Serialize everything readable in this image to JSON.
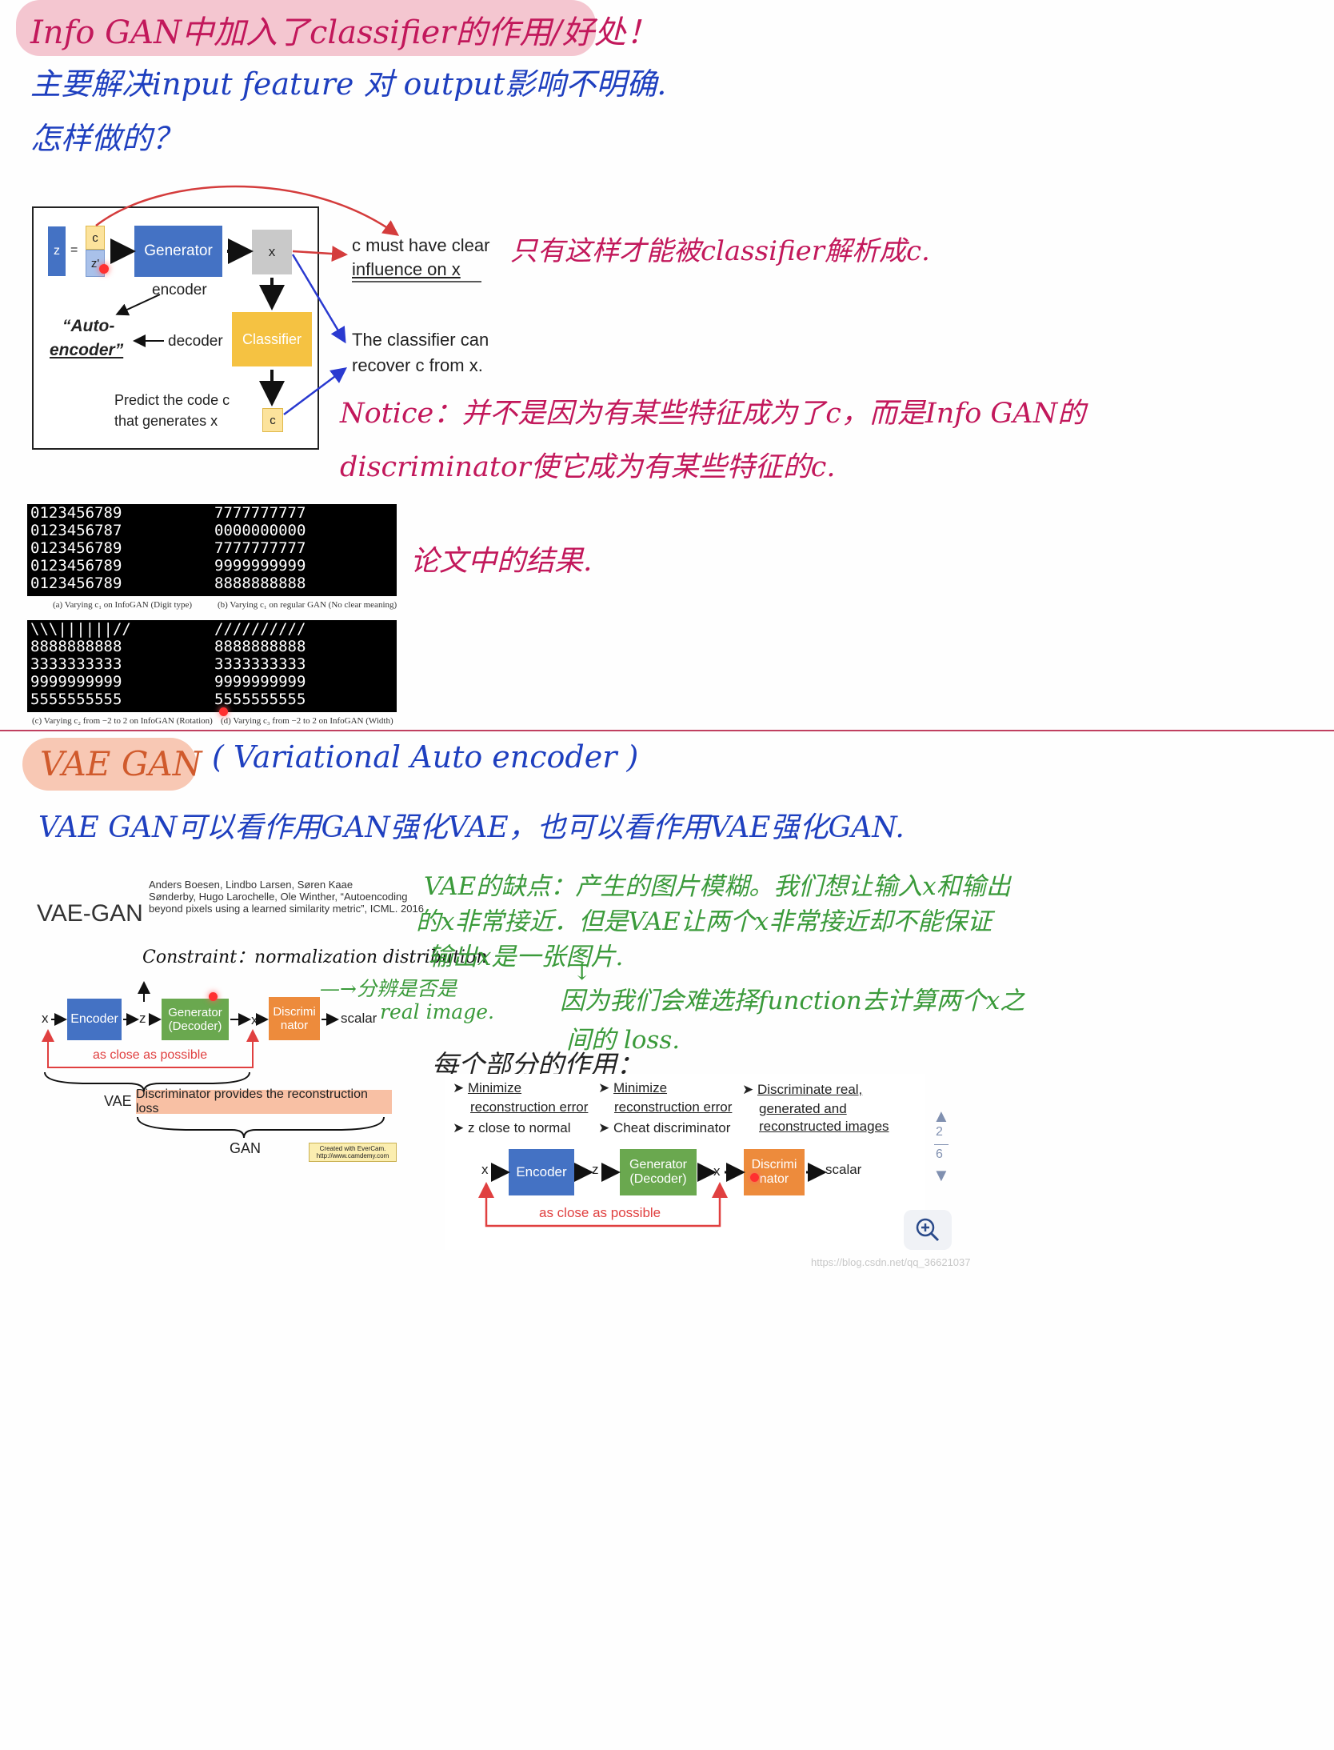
{
  "section1": {
    "title": "Info GAN中加入了classifier的作用/好处！",
    "line1": "主要解决input feature 对 output影响不明确.",
    "line2": "怎样做的？",
    "note_clear": "只有这样才能被classifier解析成c.",
    "notice_line1": "Notice：并不是因为有某些特征成为了c，而是Info GAN的",
    "notice_line2": "discriminator使它成为有某些特征的c.",
    "results_note": "论文中的结果."
  },
  "infogan_diagram": {
    "z": "z",
    "eq": "=",
    "c": "c",
    "z_prime": "z'",
    "generator": "Generator",
    "x": "x",
    "encoder": "encoder",
    "auto_encoder_l1": "“Auto-",
    "auto_encoder_l2": "encoder”",
    "decoder": "decoder",
    "classifier": "Classifier",
    "predict_l1": "Predict the code c",
    "predict_l2": "that generates x",
    "c_out": "c",
    "clear_l1": "c must have clear",
    "clear_l2": "influence on x",
    "recover_l1": "The classifier can",
    "recover_l2": "recover c from x."
  },
  "mnist": {
    "panel_a_rows": [
      "0123456789",
      "0123456787",
      "0123456789",
      "0123456789",
      "0123456789"
    ],
    "panel_b_rows": [
      "7777777777",
      "0000000000",
      "7777777777",
      "9999999999",
      "8888888888"
    ],
    "panel_c_rows": [
      "\\\\\\||||||//",
      "8888888888",
      "3333333333",
      "9999999999",
      "5555555555"
    ],
    "panel_d_rows": [
      "//////////",
      "8888888888",
      "3333333333",
      "9999999999",
      "5555555555"
    ],
    "caption_a": "(a) Varying c₁ on InfoGAN (Digit type)",
    "caption_b": "(b) Varying c₁ on regular GAN (No clear meaning)",
    "caption_c": "(c) Varying c₂ from −2 to 2 on InfoGAN (Rotation)",
    "caption_d": "(d) Varying c₃ from −2 to 2 on InfoGAN (Width)"
  },
  "section2": {
    "title": "VAE GAN",
    "subtitle": "( Variational  Auto encoder )",
    "line1": "VAE GAN可以看作用GAN强化VAE，也可以看作用VAE强化GAN.",
    "vae_weak_l1": "VAE的缺点：产生的图片模糊。我们想让输入x和输出",
    "vae_weak_l2": "的x非常接近．但是VAE让两个x非常接近却不能保证",
    "vae_weak_l3": "输出x是一张图片.",
    "arrow_down": "↓",
    "reason_l1": "因为我们会难选择function去计算两个x之",
    "reason_l2": "间的 loss.",
    "constraint": "Constraint：normalization  distribution",
    "disc_note_l1": "—→分辨是否是",
    "disc_note_l2": "real image.",
    "each_part": "每个部分的作用："
  },
  "vaegan_diagram": {
    "title": "VAE-GAN",
    "ref_l1": "Anders Boesen, Lindbo Larsen, Søren Kaae",
    "ref_l2": "Sønderby, Hugo Larochelle, Ole Winther, “Autoencoding",
    "ref_l3": "beyond pixels using a learned similarity metric”, ICML. 2016",
    "x_in": "x",
    "encoder": "Encoder",
    "z": "z",
    "gen_l1": "Generator",
    "gen_l2": "(Decoder)",
    "x_out": "x",
    "disc_l1": "Discrimi",
    "disc_l2": "nator",
    "scalar": "scalar",
    "close": "as close as possible",
    "vae": "VAE",
    "disc_provides": "Discriminator provides the reconstruction loss",
    "gan": "GAN",
    "evercam_l1": "Created with EverCam.",
    "evercam_l2": "http://www.camdemy.com"
  },
  "vaegan_diagram2": {
    "enc_bullets": [
      "Minimize",
      "reconstruction error",
      "z close to normal"
    ],
    "gen_bullets": [
      "Minimize",
      "reconstruction error",
      "Cheat discriminator"
    ],
    "disc_bullets": [
      "Discriminate real,",
      "generated and",
      "reconstructed images"
    ],
    "x_in": "x",
    "encoder": "Encoder",
    "z": "z",
    "gen_l1": "Generator",
    "gen_l2": "(Decoder)",
    "x_out": "x",
    "disc_l1": "Discrimi",
    "disc_l2": "nator",
    "scalar": "scalar",
    "close": "as close as possible"
  },
  "viewer": {
    "page_current": "2",
    "page_total": "6",
    "watermark": "https://blog.csdn.net/qq_36621037"
  },
  "colors": {
    "pink_highlight": "#f4c6d0",
    "peach_highlight": "#f8c8b4",
    "generator_blue": "#4472c4",
    "classifier_yellow": "#f5c242",
    "generator_green": "#6aa84f",
    "disc_orange": "#ed8b3c",
    "close_red": "#e04040"
  }
}
